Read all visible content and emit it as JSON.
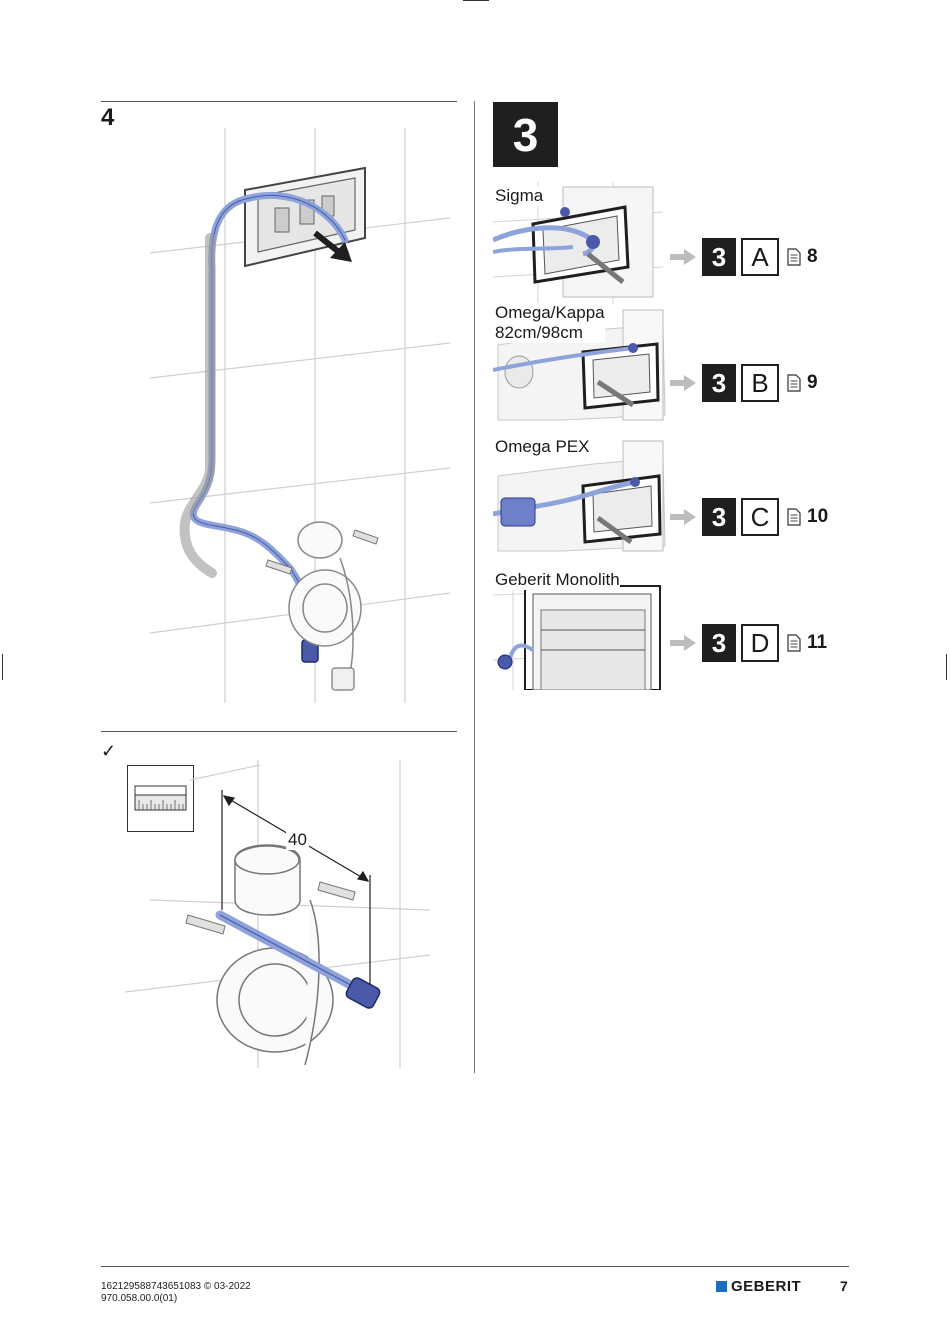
{
  "left_top": {
    "step_number": "4"
  },
  "left_bottom": {
    "check_mark": "✓",
    "measurement": "40"
  },
  "right": {
    "step_badge": "3",
    "options": [
      {
        "caption": "Sigma",
        "ref_step": "3",
        "ref_letter": "A",
        "ref_page": "8"
      },
      {
        "caption_line1": "Omega/Kappa",
        "caption_line2": "82cm/98cm",
        "ref_step": "3",
        "ref_letter": "B",
        "ref_page": "9"
      },
      {
        "caption": "Omega PEX",
        "ref_step": "3",
        "ref_letter": "C",
        "ref_page": "10"
      },
      {
        "caption": "Geberit Monolith",
        "ref_step": "3",
        "ref_letter": "D",
        "ref_page": "11"
      }
    ]
  },
  "icons": [
    "arrow-right-icon",
    "document-icon",
    "ruler-icon",
    "check-icon"
  ],
  "colors": {
    "hose_blue": "#8ea3dc",
    "badge_dark": "#1f1f1f",
    "logo_blue": "#1c6ec2"
  },
  "footer": {
    "code_line1": "162129588743651083 © 03-2022",
    "code_line2": "970.058.00.0(01)",
    "logo_text": "GEBERIT",
    "page_number": "7"
  }
}
